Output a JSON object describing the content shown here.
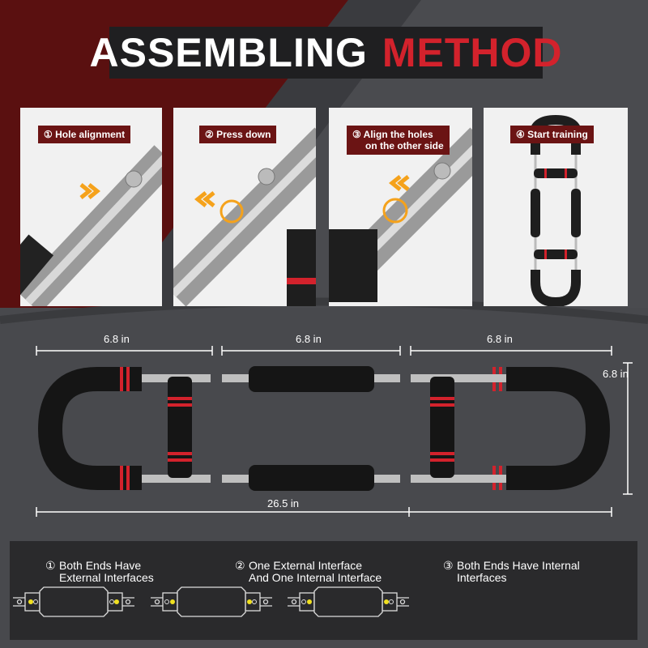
{
  "title": {
    "word1": "ASSEMBLING",
    "word2": "METHOD"
  },
  "steps": [
    {
      "num": "①",
      "label": "Hole alignment"
    },
    {
      "num": "②",
      "label": "Press down"
    },
    {
      "num": "③",
      "label": "Align the holes",
      "label2": "on the other side"
    },
    {
      "num": "④",
      "label": "Start training"
    }
  ],
  "dimensions": {
    "left": "6.8 in",
    "middle": "6.8 in",
    "right": "6.8 in",
    "height": "6.8 in",
    "total": "26.5 in"
  },
  "interfaces": [
    {
      "num": "①",
      "line1": "Both Ends Have",
      "line2": "External Interfaces"
    },
    {
      "num": "②",
      "line1": "One External Interface",
      "line2": "And One Internal Interface"
    },
    {
      "num": "③",
      "line1": "Both Ends Have Internal",
      "line2": "Interfaces"
    }
  ],
  "colors": {
    "accent": "#d3222c",
    "label_bg": "#6b1414",
    "highlight": "#f0e020",
    "arrow": "#f5a21b"
  }
}
